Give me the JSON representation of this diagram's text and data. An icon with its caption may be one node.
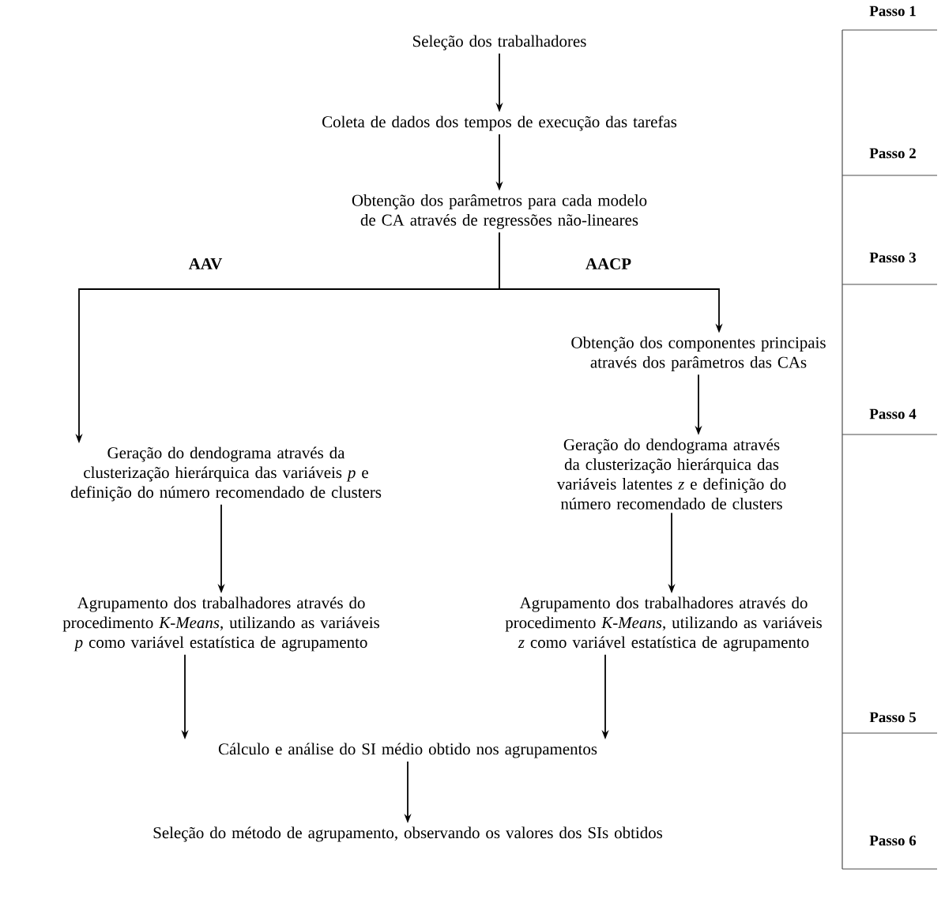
{
  "diagram": {
    "nodes": [
      {
        "text": [
          "Seleção dos trabalhadores"
        ]
      },
      {
        "text": [
          "Coleta de dados dos tempos de execução das tarefas"
        ]
      },
      {
        "text": [
          "Obtenção dos parâmetros para cada modelo de CA através de regressões não-lineares"
        ]
      },
      {
        "text": [
          "Obtenção dos componentes principais através dos parâmetros das CAs"
        ]
      },
      {
        "text": [
          "Geração do dendograma através da clusterização hierárquica das variáveis *p* e definição do número recomendado de clusters"
        ]
      },
      {
        "text": [
          "Geração do dendograma através da clusterização hierárquica das variáveis latentes *z* e definição do número recomendado de clusters"
        ]
      },
      {
        "text": [
          "Agrupamento dos trabalhadores através do procedimento *K-Means*, utilizando as variáveis *p* como variável estatística de agrupamento"
        ]
      },
      {
        "text": [
          "Agrupamento dos trabalhadores através do procedimento *K-Means*, utilizando as variáveis *z* como variável estatística de agrupamento"
        ]
      },
      {
        "text": [
          "Cálculo e análise do SI médio obtido nos agrupamentos"
        ]
      },
      {
        "text": [
          "Seleção do método de agrupamento, observando os valores dos SIs obtidos"
        ]
      }
    ],
    "edges": [
      {
        "from": 0,
        "to": 1,
        "arrow": "to"
      },
      {
        "from": 1,
        "to": 2,
        "arrow": "to"
      },
      {
        "from": 2,
        "to": 4,
        "arrow": "to",
        "label": "AAV"
      },
      {
        "from": 2,
        "to": 3,
        "arrow": "to",
        "label": "AACP"
      },
      {
        "from": 3,
        "to": 5,
        "arrow": "to"
      },
      {
        "from": 4,
        "to": 6,
        "arrow": "to"
      },
      {
        "from": 5,
        "to": 7,
        "arrow": "to"
      },
      {
        "from": 6,
        "to": 8,
        "arrow": "to"
      },
      {
        "from": 7,
        "to": 8,
        "arrow": "to"
      },
      {
        "from": 8,
        "to": 9,
        "arrow": "to"
      }
    ],
    "labels": [
      "Passo 1",
      "Passo 2",
      "Passo 3",
      "Passo 4",
      "Passo 5",
      "Passo 6"
    ]
  }
}
